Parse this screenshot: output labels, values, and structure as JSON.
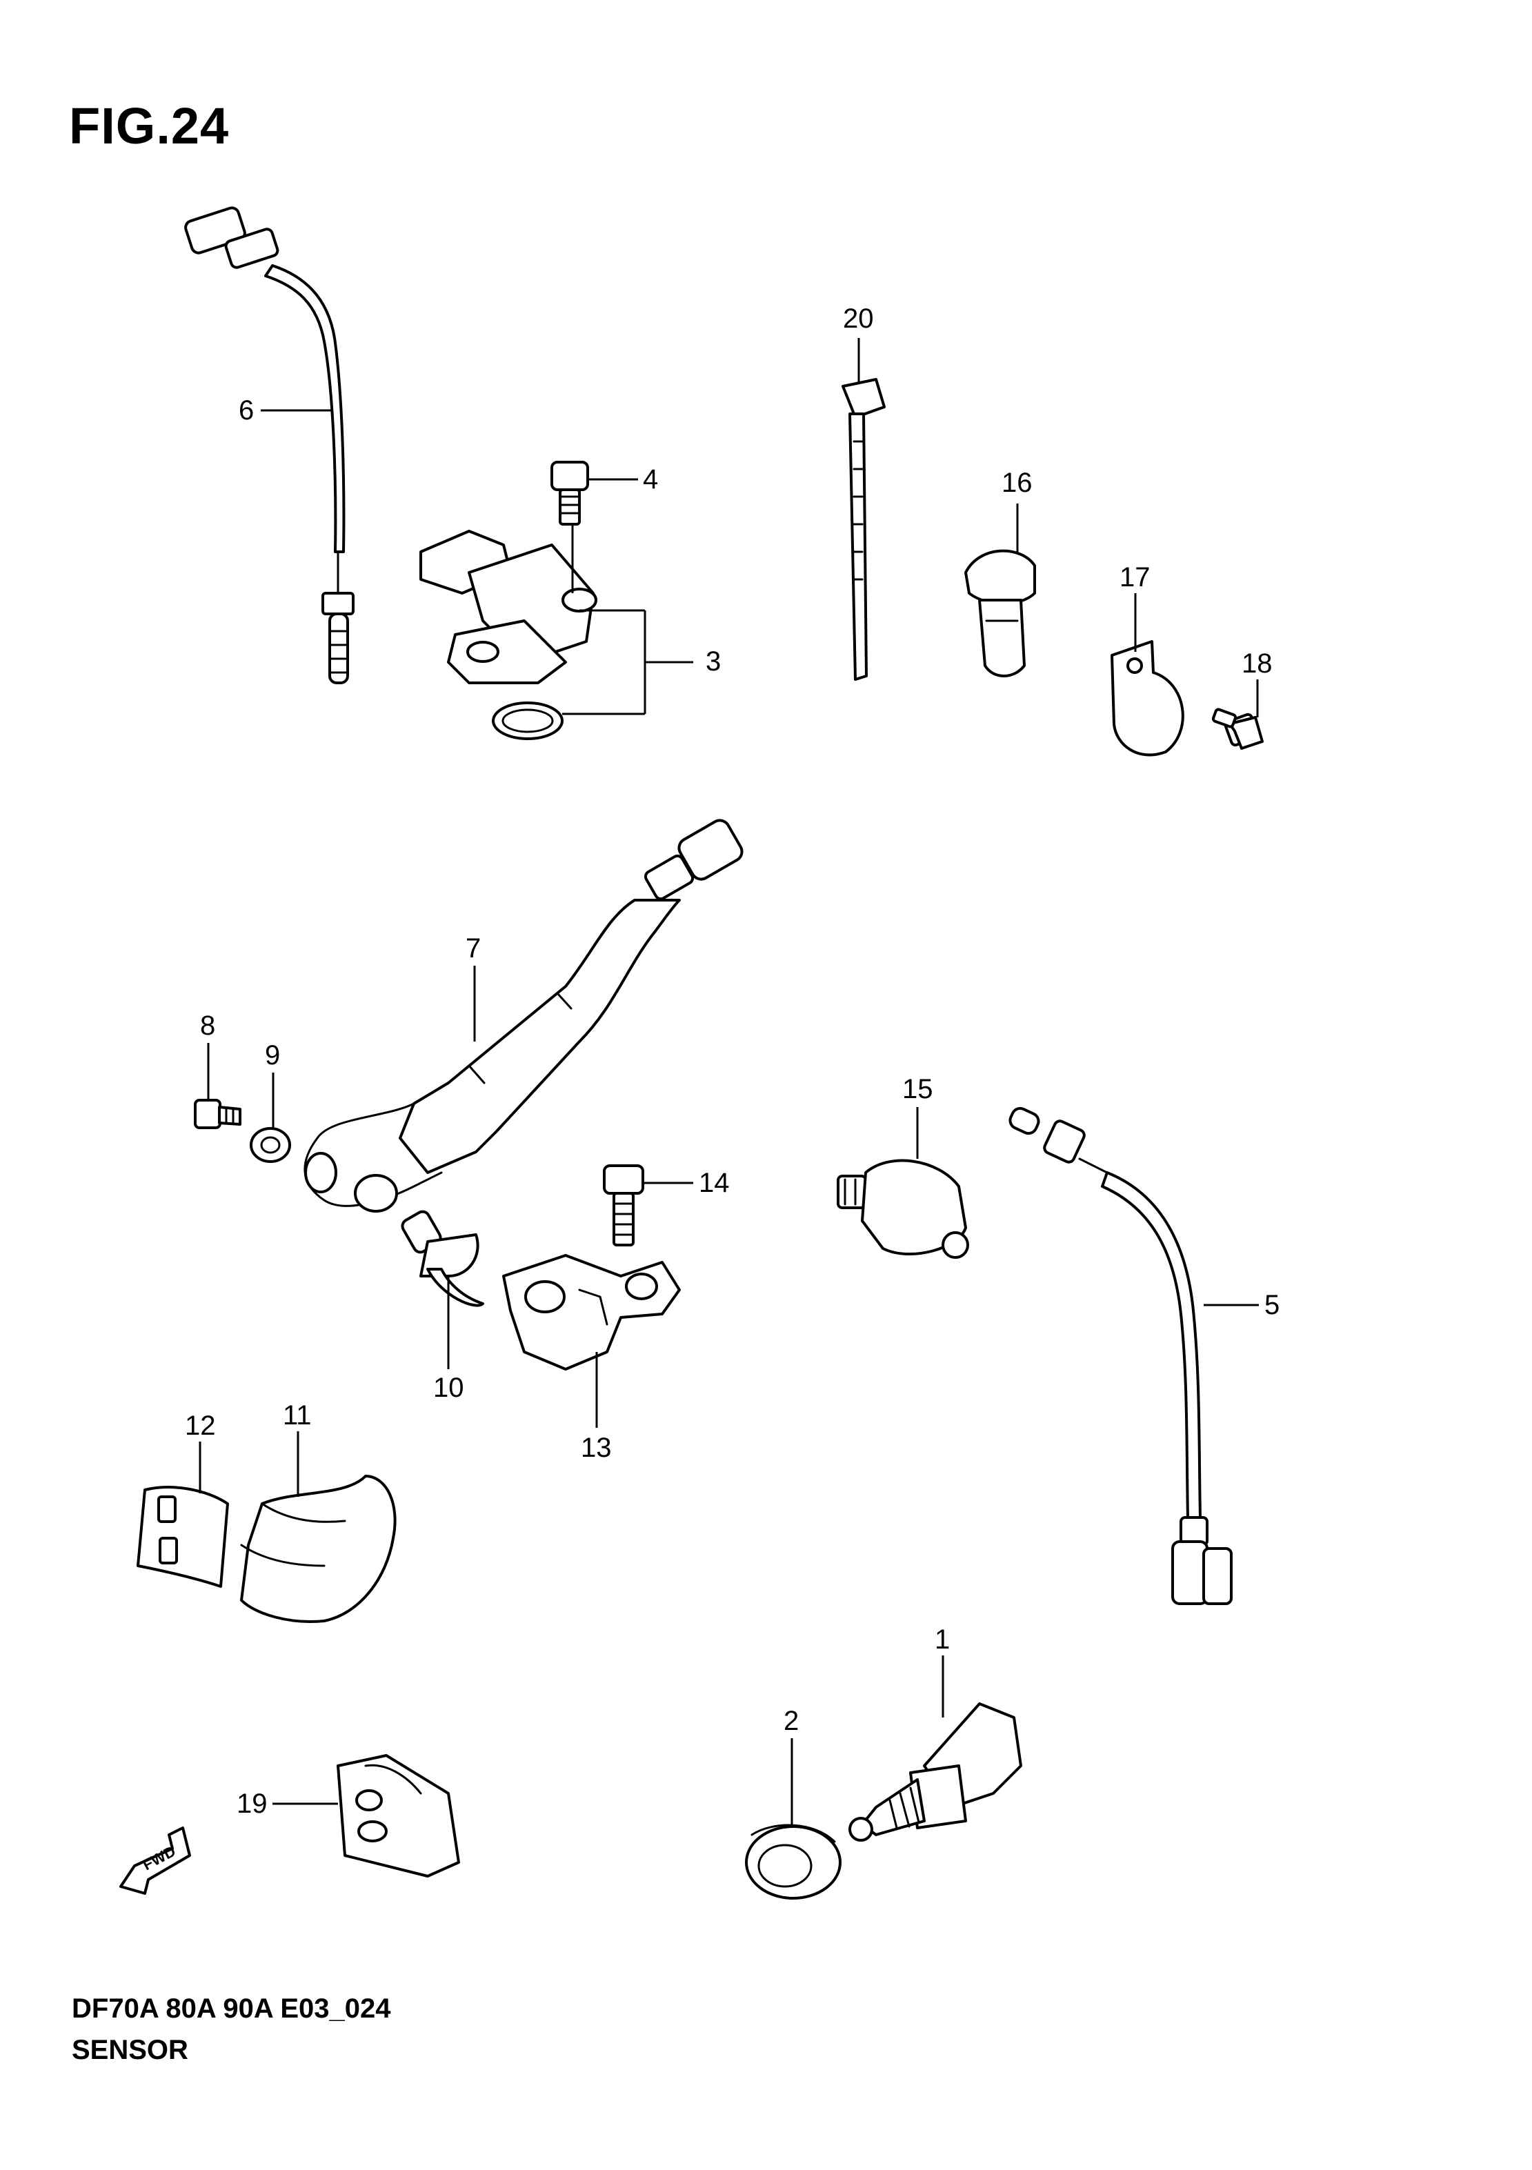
{
  "figure": {
    "title": "FIG.24",
    "model": "DF70A 80A 90A E03_024",
    "name": "SENSOR",
    "direction_label": "FWD"
  },
  "callouts": [
    "1",
    "2",
    "3",
    "4",
    "5",
    "6",
    "7",
    "8",
    "9",
    "10",
    "11",
    "12",
    "13",
    "14",
    "15",
    "16",
    "17",
    "18",
    "19",
    "20"
  ]
}
